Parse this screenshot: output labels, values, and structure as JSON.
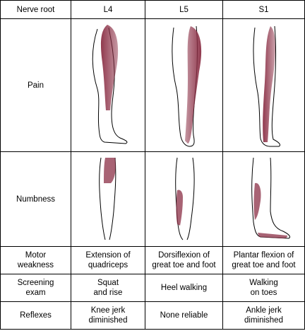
{
  "header": {
    "col0": "Nerve root",
    "col1": "L4",
    "col2": "L5",
    "col3": "S1"
  },
  "rows": {
    "pain": {
      "label": "Pain"
    },
    "numbness": {
      "label": "Numbness"
    },
    "motor": {
      "label": "Motor\nweakness",
      "l4": "Extension of\nquadriceps",
      "l5": "Dorsiflexion of\ngreat toe and foot",
      "s1": "Plantar flexion of\ngreat toe and foot"
    },
    "screening": {
      "label": "Screening\nexam",
      "l4": "Squat\nand rise",
      "l5": "Heel walking",
      "s1": "Walking\non toes"
    },
    "reflexes": {
      "label": "Reflexes",
      "l4": "Knee jerk\ndiminished",
      "l5": "None reliable",
      "s1": "Ankle jerk\ndiminished"
    }
  },
  "colors": {
    "shading": "#8b2f45",
    "line": "#000000"
  }
}
